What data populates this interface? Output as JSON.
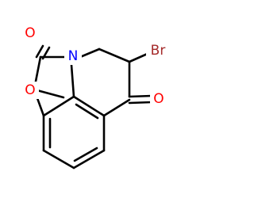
{
  "molecule": {
    "atoms": [
      {
        "id": "o_carbonyl_top",
        "symbol": "O",
        "color": "#ff0000"
      },
      {
        "id": "o_ring",
        "symbol": "O",
        "color": "#ff0000"
      },
      {
        "id": "n_ring",
        "symbol": "N",
        "color": "#0000ff"
      },
      {
        "id": "br",
        "symbol": "Br",
        "color": "#a52a2a"
      },
      {
        "id": "o_ketone",
        "symbol": "O",
        "color": "#ff0000"
      }
    ],
    "bond_color": "#000000"
  }
}
